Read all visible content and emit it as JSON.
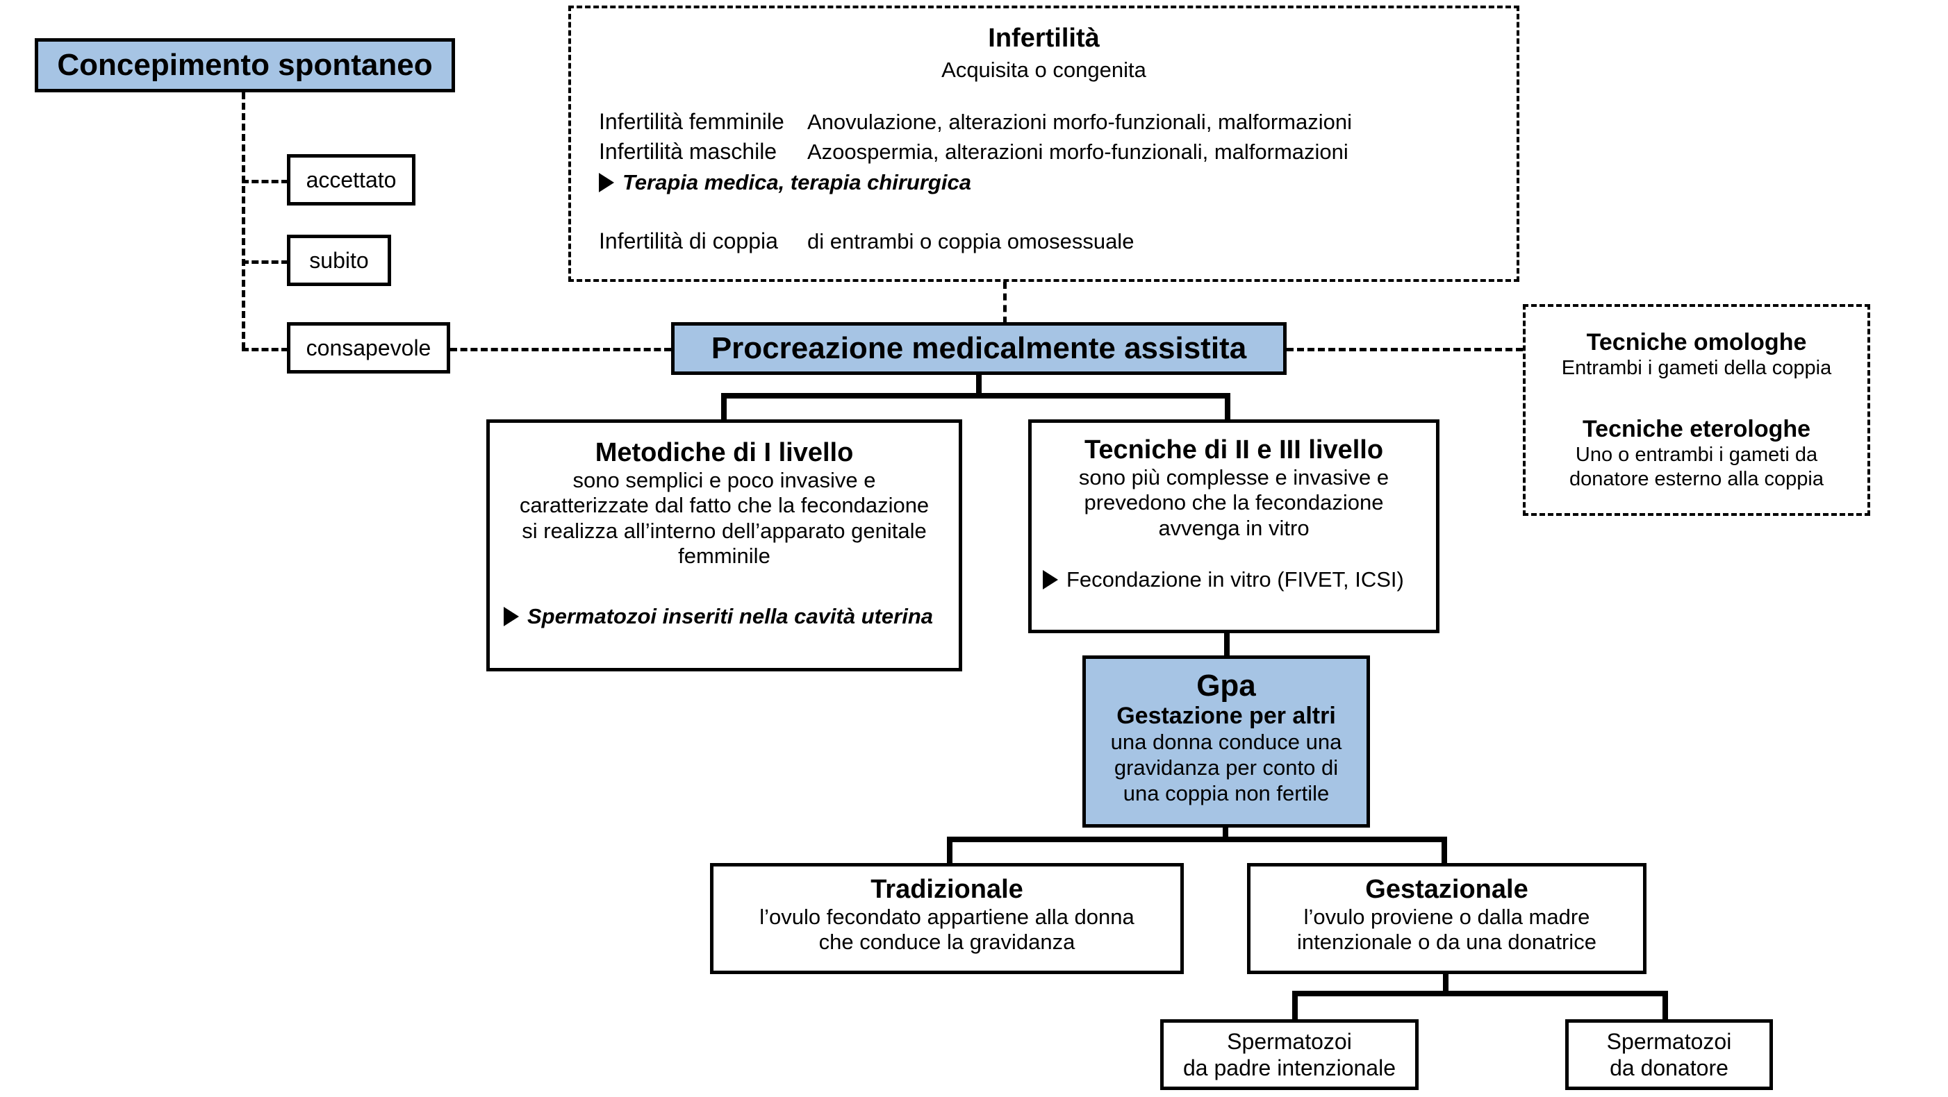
{
  "colors": {
    "accent_fill": "#A6C4E4",
    "outline": "#000000",
    "background": "#FFFFFF"
  },
  "nodes": {
    "concepimento": {
      "label": "Concepimento spontaneo"
    },
    "accettato": {
      "label": "accettato"
    },
    "subito": {
      "label": "subito"
    },
    "consapevole": {
      "label": "consapevole"
    },
    "infertilita": {
      "title": "Infertilità",
      "subtitle": "Acquisita o congenita",
      "rows": [
        {
          "label": "Infertilità femminile",
          "value": "Anovulazione, alterazioni morfo-funzionali, malformazioni"
        },
        {
          "label": "Infertilità maschile",
          "value": "Azoospermia, alterazioni morfo-funzionali, malformazioni"
        }
      ],
      "bullet": "Terapia medica, terapia chirurgica",
      "coppia": {
        "label": "Infertilità di coppia",
        "value": "di entrambi o coppia omosessuale"
      }
    },
    "pma": {
      "label": "Procreazione medicalmente assistita"
    },
    "tecniche_side": {
      "omologhe_title": "Tecniche omologhe",
      "omologhe_desc": "Entrambi i gameti della coppia",
      "eterologhe_title": "Tecniche eterologhe",
      "eterologhe_desc_1": "Uno o entrambi i gameti da",
      "eterologhe_desc_2": "donatore esterno alla coppia"
    },
    "livello1": {
      "title": "Metodiche di I livello",
      "desc_1": "sono semplici e poco invasive e",
      "desc_2": "caratterizzate dal fatto che la fecondazione",
      "desc_3": "si realizza all’interno dell’apparato genitale",
      "desc_4": "femminile",
      "bullet": "Spermatozoi inseriti nella cavità uterina"
    },
    "livello23": {
      "title": "Tecniche di II e III livello",
      "desc_1": "sono più complesse e invasive e",
      "desc_2": "prevedono che la fecondazione",
      "desc_3": "avvenga in vitro",
      "bullet": "Fecondazione in vitro (FIVET, ICSI)"
    },
    "gpa": {
      "title": "Gpa",
      "subtitle": "Gestazione per altri",
      "desc_1": "una donna conduce una",
      "desc_2": "gravidanza per conto di",
      "desc_3": "una coppia non fertile"
    },
    "tradizionale": {
      "title": "Tradizionale",
      "desc_1": "l’ovulo fecondato appartiene alla donna",
      "desc_2": "che conduce la gravidanza"
    },
    "gestazionale": {
      "title": "Gestazionale",
      "desc_1": "l’ovulo proviene o dalla madre",
      "desc_2": "intenzionale o da una donatrice"
    },
    "spermatozoi_padre": {
      "line_1": "Spermatozoi",
      "line_2": "da padre intenzionale"
    },
    "spermatozoi_donatore": {
      "line_1": "Spermatozoi",
      "line_2": "da donatore"
    }
  }
}
